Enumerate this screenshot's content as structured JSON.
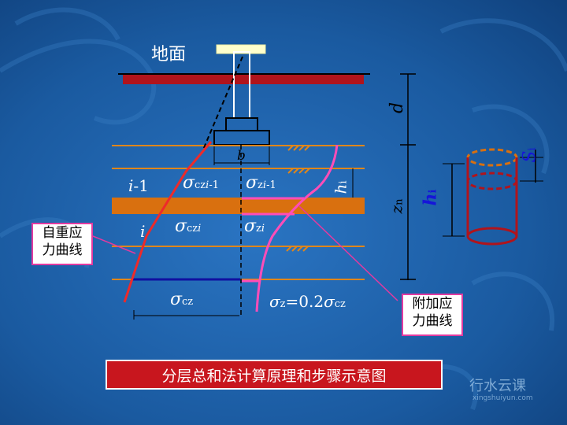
{
  "diagram": {
    "ground_label": "地面",
    "footing_width_label": "b",
    "layer_i_minus_1_label": {
      "var": "i",
      "rest": "-1"
    },
    "layer_i_label": "i",
    "sigma": "σ",
    "sigma_czi_minus_1_sub": {
      "prefix": "cz",
      "var": "i",
      "rest": "-1"
    },
    "sigma_zi_minus_1_sub": {
      "prefix": "z",
      "var": "i",
      "rest": "-1"
    },
    "sigma_czi_sub": {
      "prefix": "cz",
      "var": "i"
    },
    "sigma_zi_sub": {
      "prefix": "z",
      "var": "i"
    },
    "sigma_cz_sub": "cz",
    "formula": {
      "lhs_sub": "z",
      "mid": "=0.2",
      "rhs_sub": "cz"
    },
    "depth_d_label": "d",
    "depth_zn_label": {
      "var": "z",
      "sub": "n"
    },
    "layer_thickness_label": {
      "var": "h",
      "sub": "i"
    },
    "cylinder_h_label": {
      "var": "h",
      "sub": "i"
    },
    "settlement_label": {
      "var": "S",
      "sub": "i"
    }
  },
  "callouts": {
    "self_weight_curve": [
      "自重应",
      "力曲线"
    ],
    "additional_stress_curve": [
      "附加应",
      "力曲线"
    ]
  },
  "caption": "分层总和法计算原理和步骤示意图",
  "watermark": {
    "title": "行水云课",
    "url": "xingshuiyun.com"
  },
  "colors": {
    "background": "#1a5aa0",
    "ground_slab": "#b0141c",
    "layer_band": "#d9700f",
    "layer_line": "#e0861a",
    "self_weight_curve": "#ee2a2a",
    "additional_curve": "#ff4db8",
    "highlight_line": "#ff4db8",
    "caption_bg": "#c8161e",
    "dimension": "#000000"
  },
  "icons": [
    "ground-hatch-icon",
    "cylinder-element-icon"
  ]
}
